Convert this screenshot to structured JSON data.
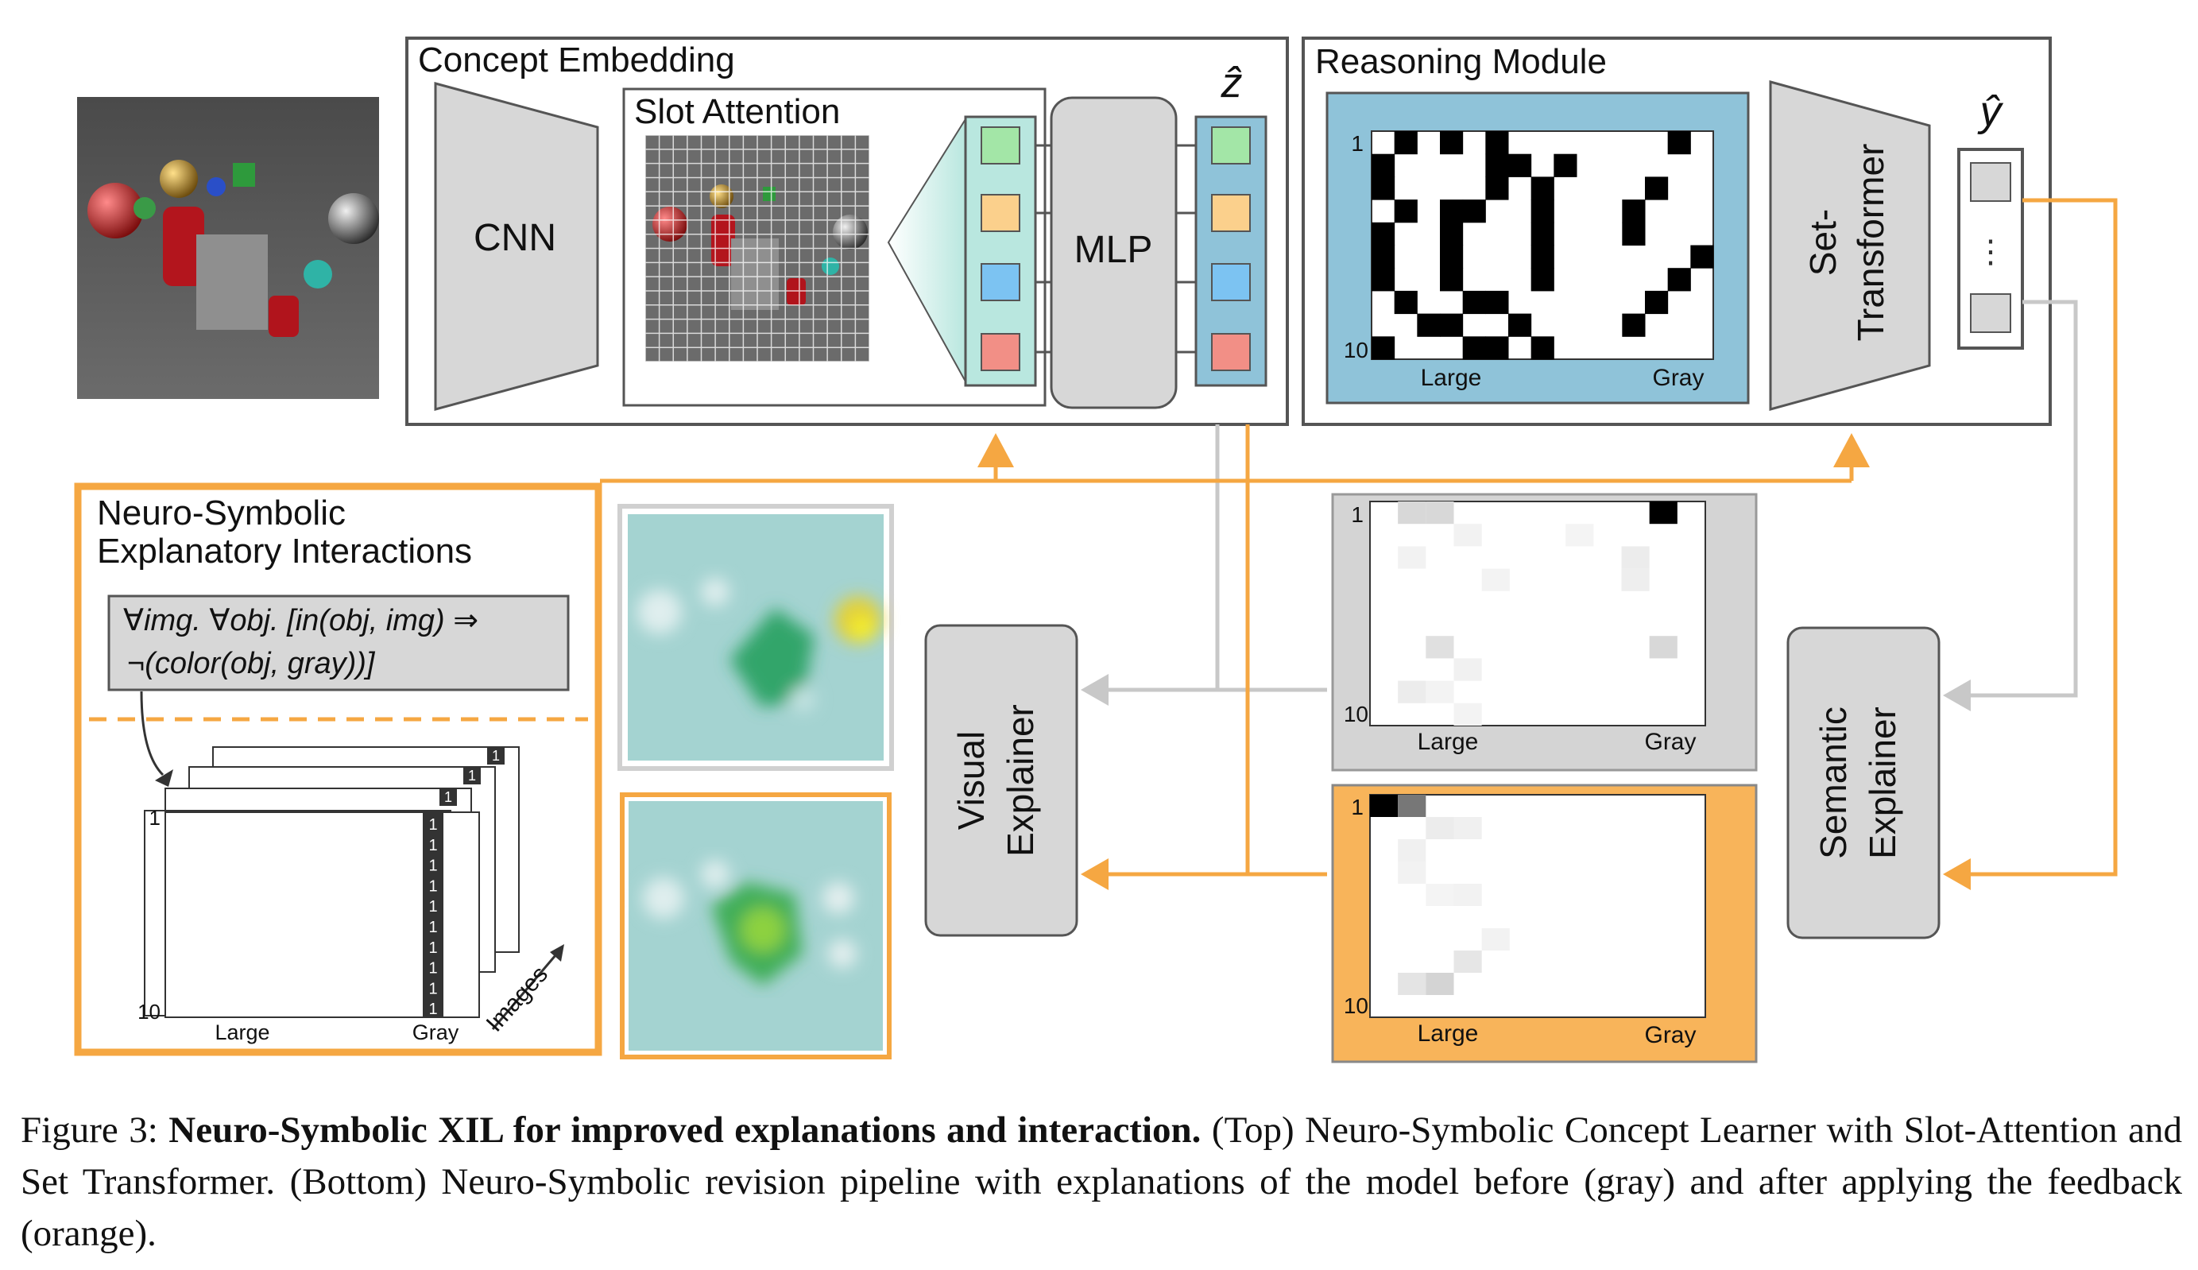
{
  "figure": {
    "concept_embedding_title": "Concept Embedding",
    "slot_attention_title": "Slot Attention",
    "cnn_label": "CNN",
    "mlp_label": "MLP",
    "z_hat_symbol": "ẑ",
    "reasoning_module_title": "Reasoning Module",
    "set_transformer_line1": "Set-",
    "set_transformer_line2": "Transformer",
    "y_hat_symbol": "ŷ",
    "output_ellipsis": "⋮",
    "nesy_title_line1": "Neuro-Symbolic",
    "nesy_title_line2": "Explanatory Interactions",
    "rule_line1": "∀img. ∀obj. [in(obj, img) ⇒",
    "rule_line2": "¬(color(obj, gray))]",
    "visual_explainer_line1": "Visual",
    "visual_explainer_line2": "Explainer",
    "semantic_explainer_line1": "Semantic",
    "semantic_explainer_line2": "Explainer",
    "images_label": "Images",
    "matrix_row_first": "1",
    "matrix_row_last": "10",
    "matrix_col_large": "Large",
    "matrix_col_gray": "Gray",
    "stack_cell_value": "1"
  },
  "colors": {
    "orange": "#f5a742",
    "orange_fill": "#f8b45a",
    "blue_panel": "#8fc3d9",
    "slot_teal": "#b9e7df",
    "box_gray": "#d7d7d7",
    "arrow_gray": "#c8c8c8",
    "cell_green": "#a3e6a7",
    "cell_orange": "#fbd08c",
    "cell_blue": "#7cc3f2",
    "cell_red": "#f28f86"
  },
  "caption": {
    "label": "Figure 3:",
    "bold": "Neuro-Symbolic XIL for improved explanations and interaction.",
    "rest": "(Top) Neuro-Symbolic Concept Learner with Slot-Attention and Set Transformer. (Bottom) Neuro-Symbolic revision pipeline with explanations of the model before (gray) and after applying the feedback (orange)."
  }
}
